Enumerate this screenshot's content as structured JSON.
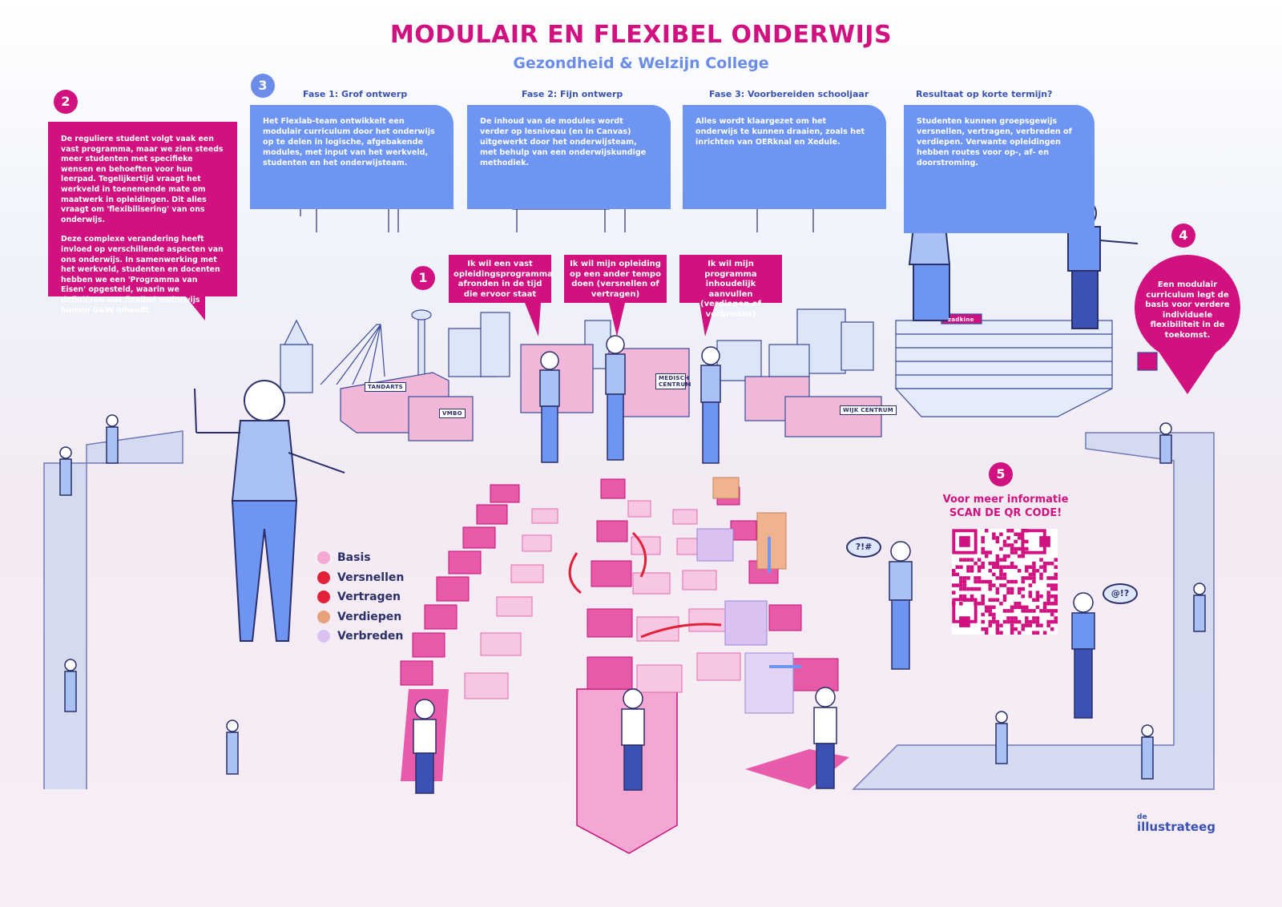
{
  "header": {
    "title": "MODULAIR EN FLEXIBEL ONDERWIJS",
    "subtitle": "Gezondheid & Welzijn College"
  },
  "markers": {
    "one": "1",
    "two": "2",
    "three": "3",
    "four": "4",
    "five": "5"
  },
  "phases": [
    {
      "title": "Fase 1: Grof ontwerp",
      "text": "Het Flexlab-team ontwikkelt een modulair curriculum door het onderwijs op te delen in logische, afgebakende modules, met input van het werkveld, studenten en het onderwijsteam."
    },
    {
      "title": "Fase 2: Fijn ontwerp",
      "text": "De inhoud van de modules wordt verder op lesniveau (en in Canvas) uitgewerkt door het onderwijsteam, met behulp van een onderwijskundige methodiek."
    },
    {
      "title": "Fase 3: Voorbereiden schooljaar",
      "text": "Alles wordt klaargezet om het onderwijs te kunnen draaien, zoals het inrichten van OERknal en Xedule."
    },
    {
      "title": "Resultaat op korte termijn?",
      "text": "Studenten kunnen groepsgewijs versnellen, vertragen, verbreden of verdiepen. Verwante opleidingen hebben routes voor op-, af- en doorstroming."
    }
  ],
  "intro": {
    "p1": "De reguliere student volgt vaak een vast programma, maar we zien steeds meer studenten met specifieke wensen en behoeften voor hun leerpad. Tegelijkertijd vraagt het werkveld in toenemende mate om maatwerk in opleidingen. Dit alles vraagt om 'flexibilisering' van ons onderwijs.",
    "p2": "Deze complexe verandering heeft invloed op verschillende aspecten van ons onderwijs. In samenwerking met het werkveld, studenten en docenten hebben we een 'Programma van Eisen' opgesteld, waarin we definiëren wat flexibel onderwijs binnen G&W inhoudt."
  },
  "wishes": [
    "Ik wil een vast opleidingsprogramma afronden in de tijd die ervoor staat",
    "Ik wil mijn opleiding op een ander tempo doen (versnellen of vertragen)",
    "Ik wil mijn programma inhoudelijk aanvullen (verdiepen of verbreden)"
  ],
  "future": {
    "text": "Een modulair curriculum legt de basis voor verdere individuele flexibiliteit in de toekomst."
  },
  "legend": [
    {
      "label": "Basis",
      "color": "#f4a7d3"
    },
    {
      "label": "Versnellen",
      "color": "#e2203a"
    },
    {
      "label": "Vertragen",
      "color": "#e2203a"
    },
    {
      "label": "Verdiepen",
      "color": "#e8a07a"
    },
    {
      "label": "Verbreden",
      "color": "#d9c2f2"
    }
  ],
  "qr": {
    "line1": "Voor meer informatie",
    "line2": "SCAN DE QR CODE!"
  },
  "speech": {
    "left": "?!#",
    "right": "@!?"
  },
  "buildings": {
    "tandarts": "TANDARTS",
    "vmbo": "VMBO",
    "medisch": "MEDISCH CENTRUM",
    "wijk": "WIJK CENTRUM",
    "zadkine": "zadkine"
  },
  "brand": {
    "top": "de",
    "name": "illustrateeg"
  },
  "colors": {
    "primary": "#d0117f",
    "blue": "#6e95f2",
    "navy": "#2b2f6a"
  }
}
